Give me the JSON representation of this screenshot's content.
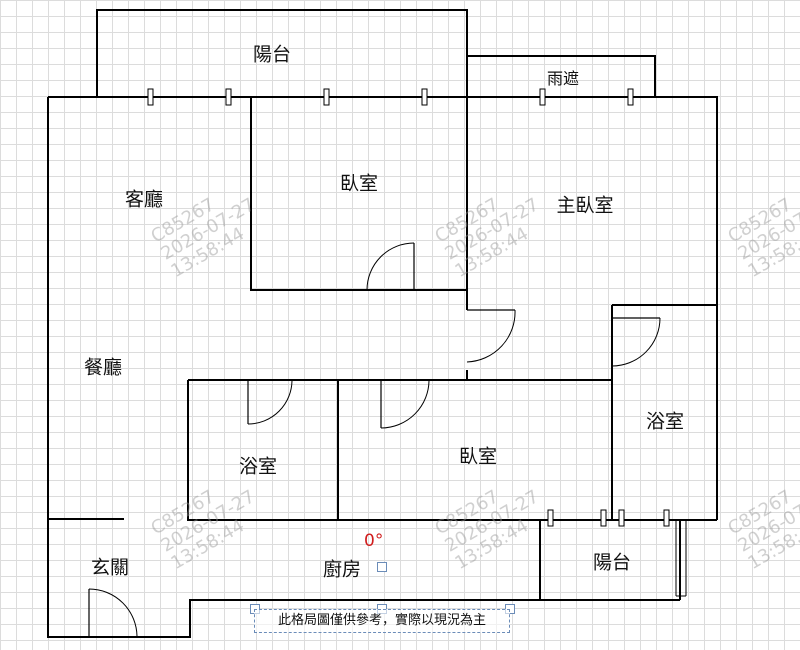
{
  "rooms": {
    "balcony_top": "陽台",
    "canopy": "雨遮",
    "living_room": "客廳",
    "bedroom_1": "臥室",
    "master_bedroom": "主臥室",
    "dining_room": "餐廳",
    "bathroom_1": "浴室",
    "bedroom_2": "臥室",
    "bathroom_2": "浴室",
    "entrance": "玄關",
    "kitchen": "廚房",
    "balcony_bottom": "陽台"
  },
  "watermark": {
    "line1": "C85267",
    "line2": "2026-07-27",
    "line3": "13:58:44"
  },
  "angle_indicator": "0°",
  "notice": "此格局圖僅供參考，實際以現況為主",
  "colors": {
    "wall": "#000000",
    "grid": "#dcdcdc",
    "angle": "#d01c1c",
    "selection": "#6b8cb8"
  }
}
